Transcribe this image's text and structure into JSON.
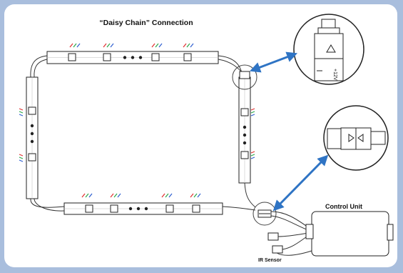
{
  "diagram": {
    "title": "“Daisy Chain” Connection",
    "control_unit_label": "Control Unit",
    "ir_sensor_label": "IR Sensor",
    "voltage_label": "+12V"
  },
  "colors": {
    "background": "#a9bedd",
    "panel": "#ffffff",
    "arrow": "#2f74c4",
    "led_red": "#e03030",
    "led_green": "#2aa84a",
    "led_blue": "#2f5fd0"
  }
}
